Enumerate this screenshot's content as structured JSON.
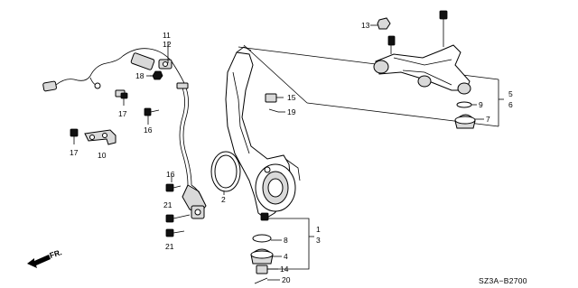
{
  "diagram": {
    "code": "SZ3A−B2700",
    "fr_label": "FR.",
    "callouts": {
      "n1": "1",
      "n2": "2",
      "n3": "3",
      "n4": "4",
      "n5": "5",
      "n6": "6",
      "n7": "7",
      "n8": "8",
      "n9": "9",
      "n10": "10",
      "n11": "11",
      "n12": "12",
      "n13": "13",
      "n14": "14",
      "n15": "15",
      "n16a": "16",
      "n16b": "16",
      "n17a": "17",
      "n17b": "17",
      "n18": "18",
      "n19": "19",
      "n20": "20",
      "n21a": "21",
      "n21b": "21"
    }
  }
}
